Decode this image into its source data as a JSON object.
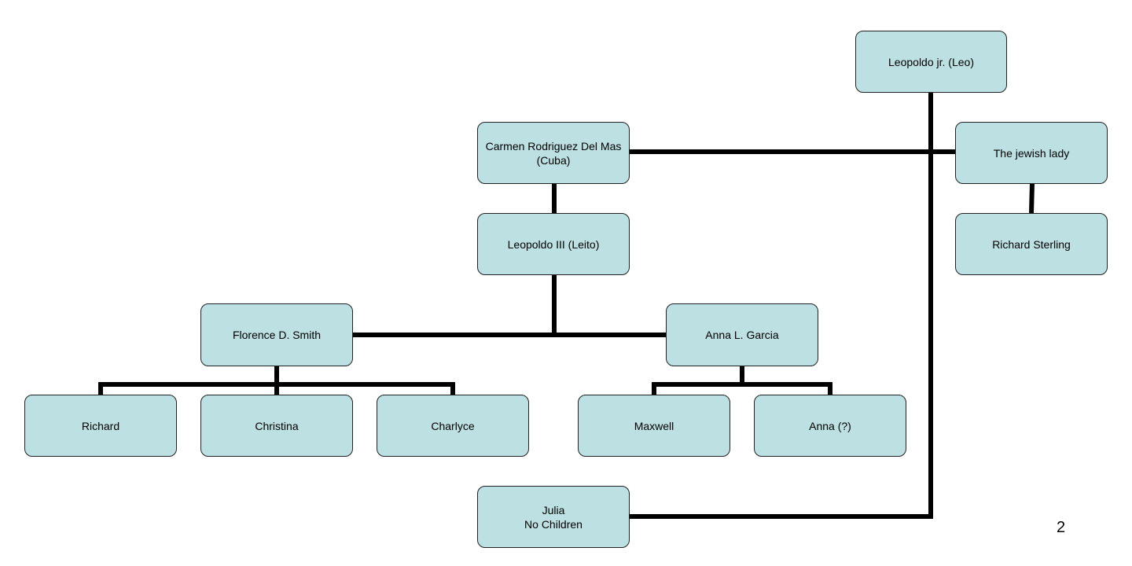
{
  "nodes": {
    "leo_jr": "Leopoldo jr. (Leo)",
    "carmen": "Carmen Rodriguez Del Mas\n(Cuba)",
    "jewish_lady": "The jewish lady",
    "leito": "Leopoldo III (Leito)",
    "richard_sterling": "Richard Sterling",
    "florence": "Florence D. Smith",
    "anna_garcia": "Anna L. Garcia",
    "richard": "Richard",
    "christina": "Christina",
    "charlyce": "Charlyce",
    "maxwell": "Maxwell",
    "anna_q": "Anna (?)",
    "julia": "Julia\nNo Children"
  },
  "page_number": "2",
  "colors": {
    "node_fill": "#bde0e3",
    "connector": "#000000"
  }
}
